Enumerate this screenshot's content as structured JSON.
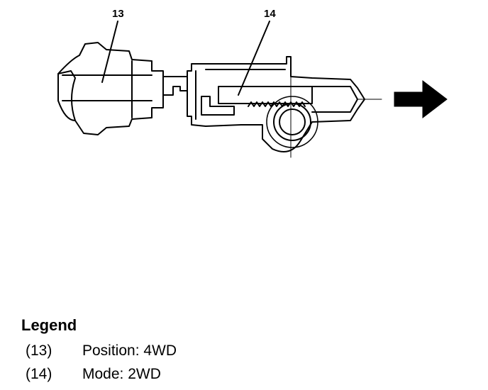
{
  "callouts": {
    "c13": "13",
    "c14": "14"
  },
  "legend": {
    "title": "Legend",
    "items": [
      {
        "num": "(13)",
        "text": "Position: 4WD"
      },
      {
        "num": "(14)",
        "text": "Mode: 2WD"
      }
    ]
  }
}
